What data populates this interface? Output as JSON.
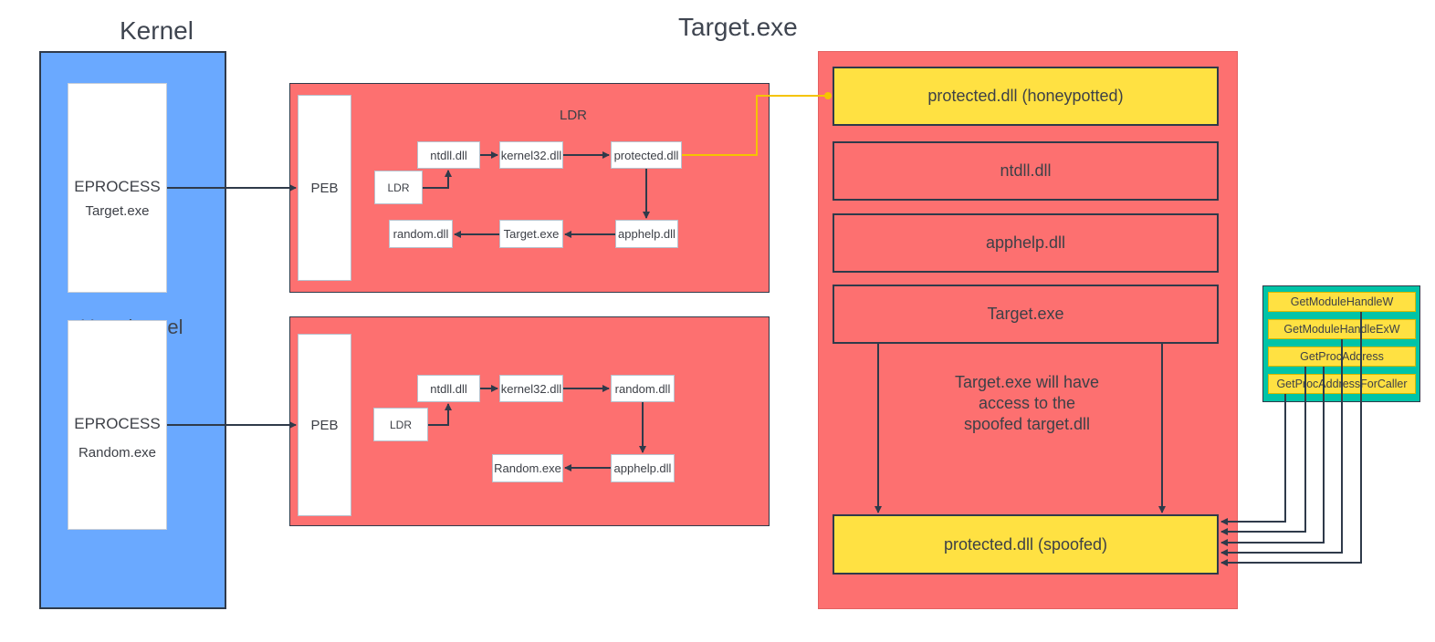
{
  "titles": {
    "kernel": "Kernel",
    "target": "Target.exe",
    "usermode_partial": "User kernel"
  },
  "kernel": {
    "eprocess_1": {
      "label": "EPROCESS",
      "name": "Target.exe"
    },
    "eprocess_2": {
      "label": "EPROCESS",
      "name": "Random.exe"
    }
  },
  "process_1": {
    "peb": "PEB",
    "ldr_title": "LDR",
    "ldr": "LDR",
    "modules": {
      "ntdll": "ntdll.dll",
      "kernel32": "kernel32.dll",
      "protected": "protected.dll",
      "apphelp": "apphelp.dll",
      "target": "Target.exe",
      "random": "random.dll"
    }
  },
  "process_2": {
    "peb": "PEB",
    "ldr": "LDR",
    "modules": {
      "ntdll": "ntdll.dll",
      "kernel32": "kernel32.dll",
      "random": "random.dll",
      "apphelp": "apphelp.dll",
      "random_exe": "Random.exe"
    }
  },
  "target_space": {
    "protected_honeypotted": "protected.dll (honeypotted)",
    "ntdll": "ntdll.dll",
    "apphelp": "apphelp.dll",
    "target": "Target.exe",
    "note": [
      "Target.exe will have",
      "access to the",
      "spoofed target.dll"
    ],
    "protected_spoofed": "protected.dll (spoofed)"
  },
  "apis": [
    "GetModuleHandleW",
    "GetModuleHandleExW",
    "GetProcAddress",
    "GetProcAddressForCaller"
  ],
  "colors": {
    "kernel_blue": "#6aa9ff",
    "process_red": "#fd7070",
    "module_yellow": "#ffe142",
    "api_teal": "#00c4a7",
    "link_yellow": "#f5c400",
    "wire": "#2f3a4a"
  }
}
